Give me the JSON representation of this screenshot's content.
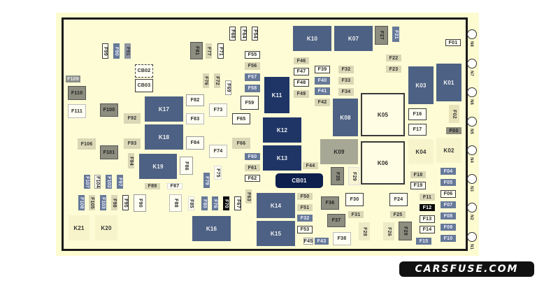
{
  "diagram": {
    "type": "fuse-box-layout",
    "watermark": "CARSFUSE.COM",
    "colors": {
      "board_background": "#fefcd5",
      "relay_blue": "#4d6184",
      "relay_dark_blue": "#1e3566",
      "fuse_tan": "#d9d7b5",
      "fuse_grey": "#8a8a7c",
      "fuse_blue": "#667998",
      "fuse_black": "#0a0a0a"
    },
    "connectors": [
      "N8",
      "N7",
      "N6",
      "N5",
      "N4",
      "N3",
      "N2",
      "N1"
    ],
    "relays": {
      "K01": "K01",
      "K02": "K02",
      "K03": "K03",
      "K04": "K04",
      "K05": "K05",
      "K06": "K06",
      "K07": "K07",
      "K08": "K08",
      "K09": "K09",
      "K10": "K10",
      "K11": "K11",
      "K12": "K12",
      "K13": "K13",
      "K14": "K14",
      "K15": "K15",
      "K16": "K16",
      "K17": "K17",
      "K18": "K18",
      "K19": "K19",
      "K20": "K20",
      "K21": "K21"
    },
    "circuit_breakers": {
      "CB01": "CB01",
      "CB02": "CB02",
      "CB03": "CB03"
    },
    "fuses": {
      "F01": "F01",
      "F02": "F02",
      "F03": "F03",
      "F04": "F04",
      "F05": "F05",
      "F06": "F06",
      "F07": "F07",
      "F08": "F08",
      "F09": "F09",
      "F10": "F10",
      "F11": "F11",
      "F12": "F12",
      "F13": "F13",
      "F14": "F14",
      "F15": "F15",
      "F16": "F16",
      "F17": "F17",
      "F18": "F18",
      "F19": "F19",
      "F21": "F21",
      "F22": "F22",
      "F23": "F23",
      "F24": "F24",
      "F25": "F25",
      "F26": "F26",
      "F27": "F27",
      "F28": "F28",
      "F29": "F29",
      "F30": "F30",
      "F31": "F31",
      "F32": "F32",
      "F33": "F33",
      "F34": "F34",
      "F35": "F35",
      "F36": "F36",
      "F37": "F37",
      "F38": "F38",
      "F39": "F39",
      "F40": "F40",
      "F41": "F41",
      "F42": "F42",
      "F43": "F43",
      "F44": "F44",
      "F45": "F45",
      "F46": "F46",
      "F47": "F47",
      "F48": "F48",
      "F49": "F49",
      "F50": "F50",
      "F51": "F51",
      "F52": "F52",
      "F53": "F53",
      "F54": "F54",
      "F55": "F55",
      "F56": "F56",
      "F57": "F57",
      "F58": "F58",
      "F59": "F59",
      "F60": "F60",
      "F61": "F61",
      "F62": "F62",
      "F63": "F63",
      "F64": "F64",
      "F65": "F65",
      "F66": "F66",
      "F67": "F67",
      "F68": "F68",
      "F69": "F69",
      "F70": "F70",
      "F71": "F71",
      "F72": "F72",
      "F73": "F73",
      "F74": "F74",
      "F75": "F75",
      "F76": "F76",
      "F77": "F77",
      "F78": "F78",
      "F79": "F79",
      "F80": "F80",
      "F81": "F81",
      "F82": "F82",
      "F83": "F83",
      "F84": "F84",
      "F85": "F85",
      "F86": "F86",
      "F87": "F87",
      "F88": "F88",
      "F89": "F89",
      "F90": "F90",
      "F91": "F91",
      "F92": "F92",
      "F93": "F93",
      "F94": "F94",
      "F95": "F95",
      "F96": "F96",
      "F97": "F97",
      "F98": "F98",
      "F99": "F99",
      "F100": "F100",
      "F101": "F101",
      "F102": "F102",
      "F103": "F103",
      "F104": "F104",
      "F105": "F105",
      "F106": "F106",
      "F107": "F107",
      "F108": "F108",
      "F109": "F109",
      "F110": "F110",
      "F111": "F111",
      "F32b": "F32"
    }
  }
}
